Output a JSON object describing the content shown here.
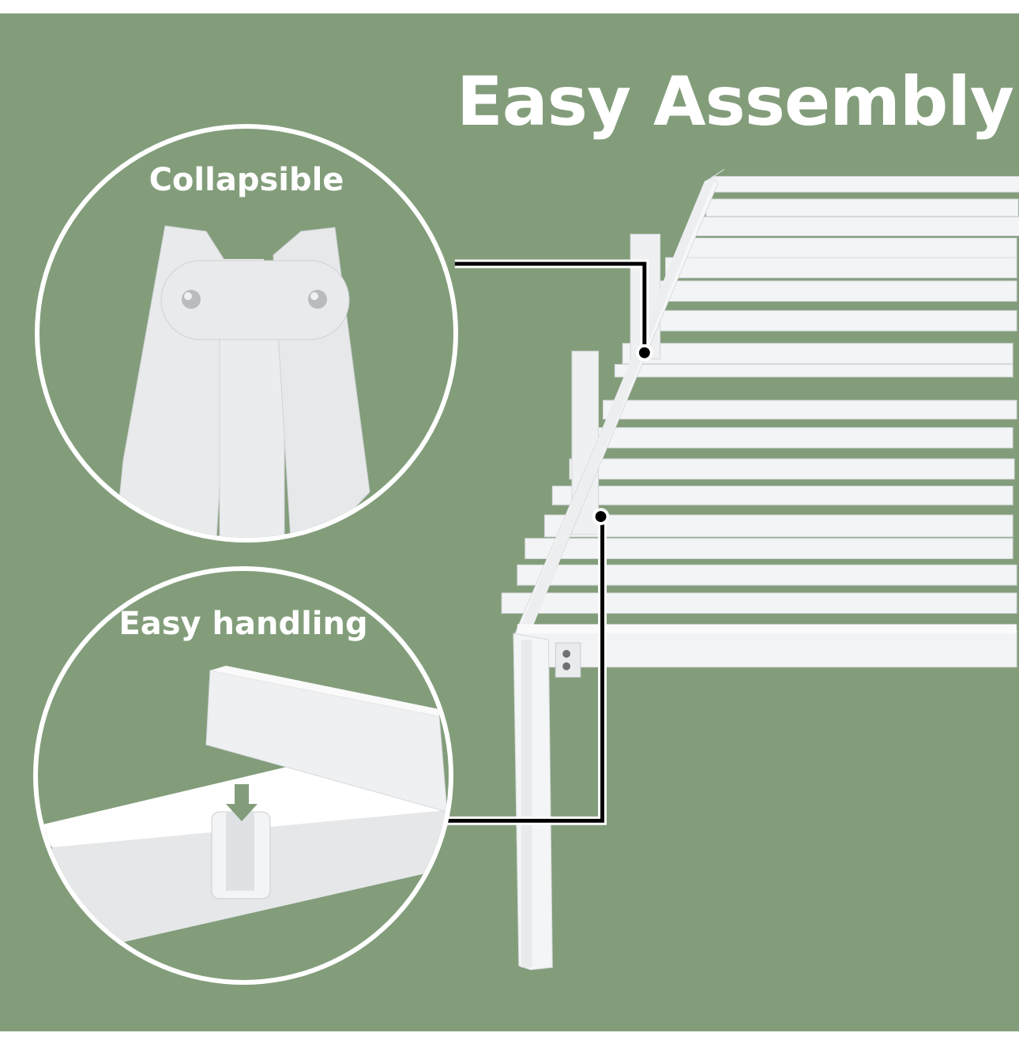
{
  "heading": {
    "title": "Easy Assembly"
  },
  "features": [
    {
      "label": "Collapsible",
      "icon": "folding-hinge-illustration"
    },
    {
      "label": "Easy handling",
      "icon": "slot-bracket-illustration"
    }
  ],
  "colors": {
    "background": "#839d7b",
    "frame": "#f4f5f6",
    "frame_shadow": "#d9dcdf",
    "connector": "#000000",
    "text": "#ffffff"
  },
  "product": {
    "name": "bed-frame-illustration"
  }
}
